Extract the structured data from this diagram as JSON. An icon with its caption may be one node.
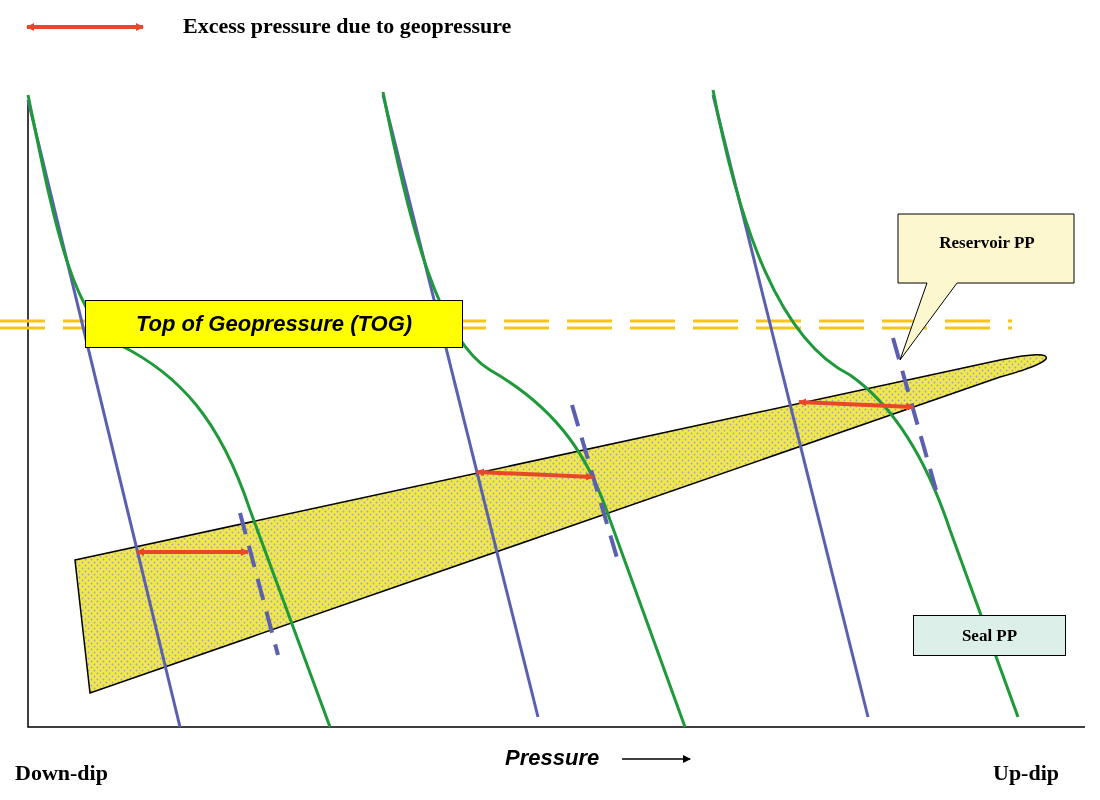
{
  "diagram": {
    "nodes": [
      {
        "text": [
          "Reservoir PP"
        ]
      },
      {
        "text": [
          "Top of  Geopressure (TOG)"
        ]
      },
      {
        "text": [
          "Seal PP"
        ]
      }
    ],
    "edges": [],
    "labels": [
      "Pressure",
      "Down-dip",
      "Up-dip"
    ],
    "legend": [
      {
        "text": "Excess pressure due to geopressure"
      }
    ]
  }
}
